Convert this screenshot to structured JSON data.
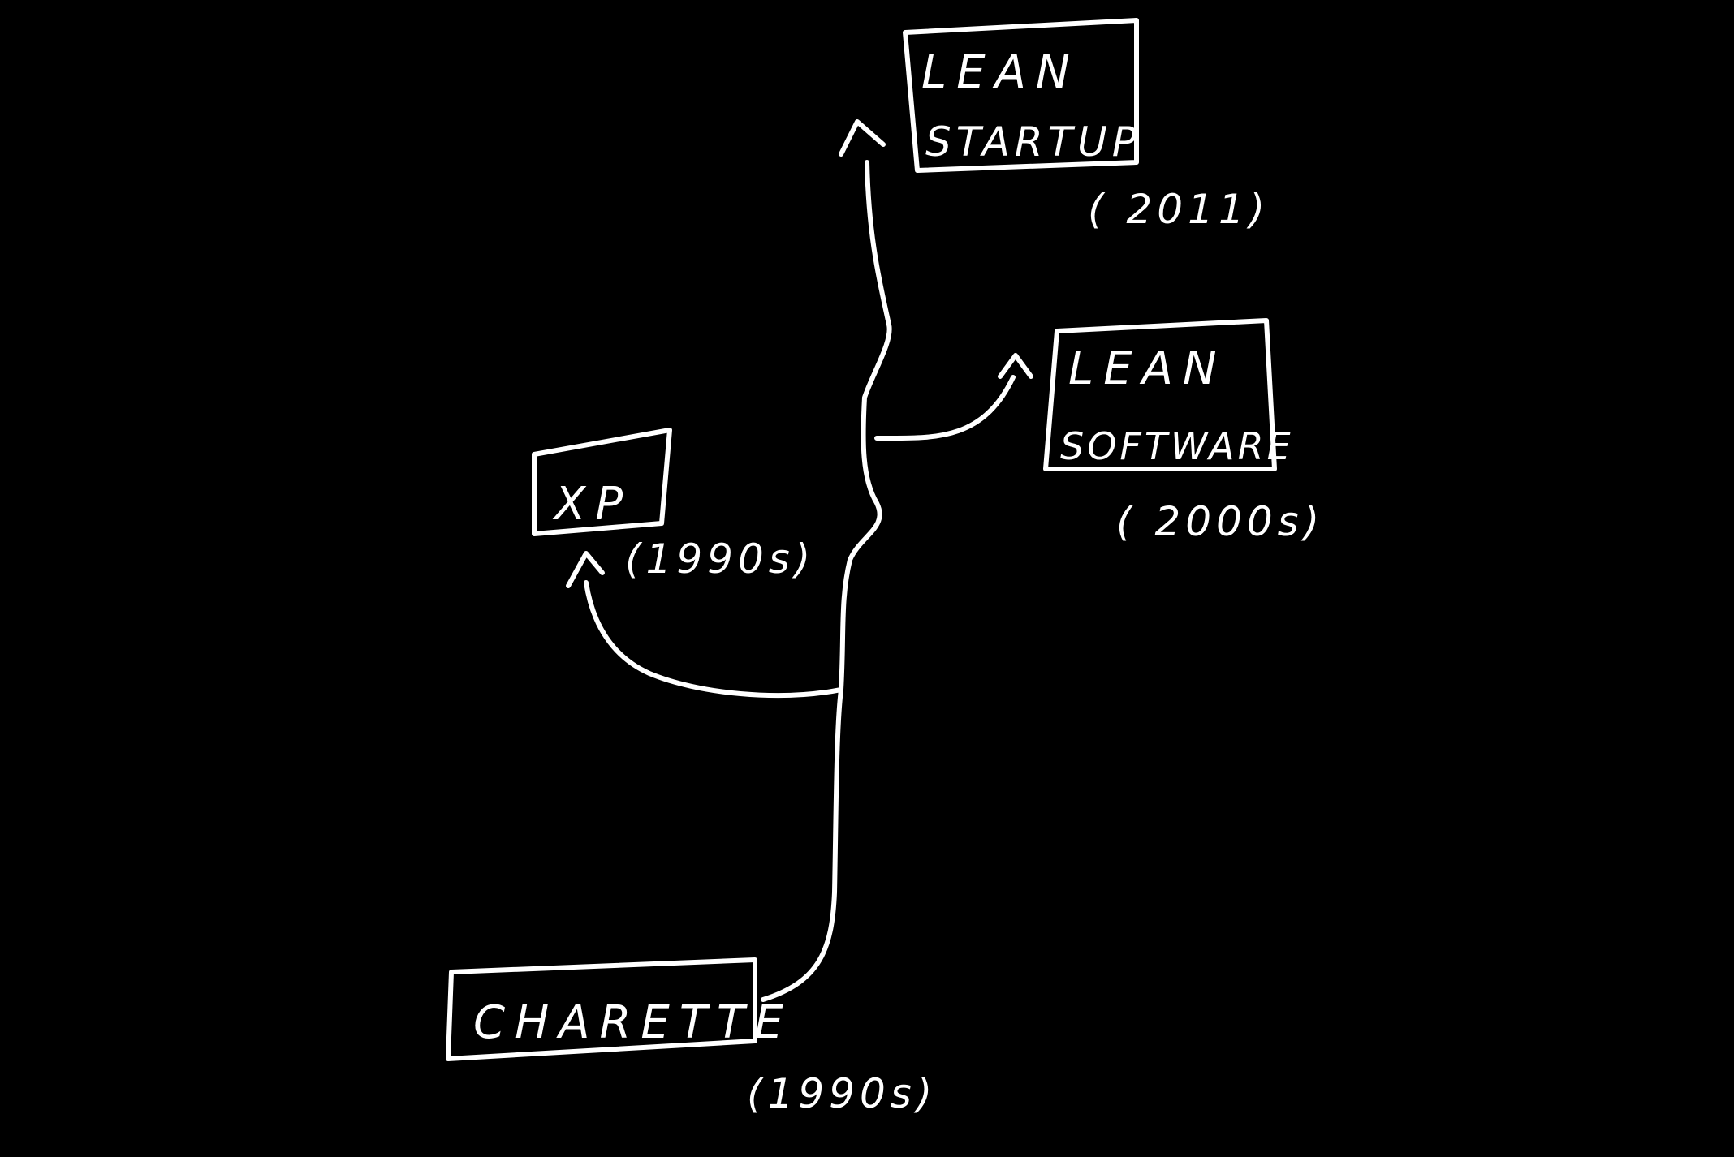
{
  "diagram": {
    "background_color": "#000000",
    "ink_color": "#ffffff",
    "nodes": [
      {
        "id": "charette",
        "label_lines": [
          "CHARETTE"
        ],
        "date": "(1990s)"
      },
      {
        "id": "xp",
        "label_lines": [
          "XP"
        ],
        "date": "(1990s)"
      },
      {
        "id": "lean-software",
        "label_lines": [
          "LEAN",
          "SOFTWARE"
        ],
        "date": "( 2000s)"
      },
      {
        "id": "lean-startup",
        "label_lines": [
          "LEAN",
          "STARTUP"
        ],
        "date": "( 2011)"
      }
    ],
    "edges": [
      {
        "from": "charette",
        "to": "lean-startup"
      },
      {
        "from": "charette",
        "to": "xp"
      },
      {
        "from": "charette",
        "to": "lean-software"
      }
    ]
  }
}
